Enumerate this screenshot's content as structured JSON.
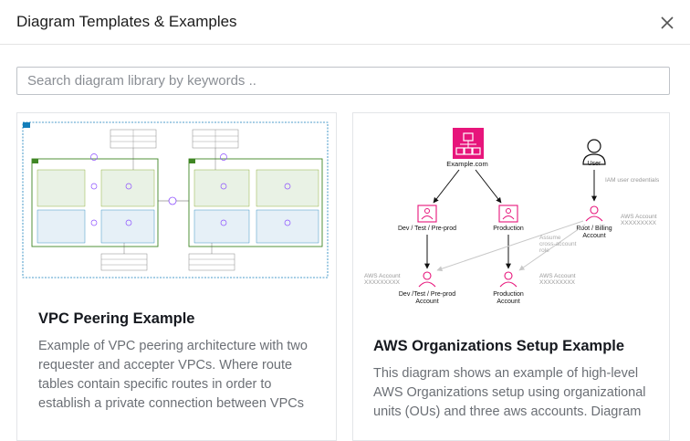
{
  "dialog": {
    "title": "Diagram Templates & Examples"
  },
  "search": {
    "placeholder": "Search diagram library by keywords .."
  },
  "cards": [
    {
      "title": "VPC Peering Example",
      "description": "Example of VPC peering architecture with two requester and accepter VPCs. Where route tables contain specific routes in order to establish a private connection between VPCs"
    },
    {
      "title": "AWS Organizations Setup Example",
      "description": "This diagram shows an example of high-level AWS Organizations setup using organizational units (OUs) and three aws accounts. Diagram",
      "diagram": {
        "root_label": "Example.com",
        "user_label": "User",
        "iam_label": "IAM user credentials",
        "ou1_label": "Dev / Test / Pre-prod",
        "ou2_label": "Production",
        "billing_label1": "Root / Billing",
        "billing_label2": "Account",
        "aws_account_label": "AWS Account",
        "account_number": "XXXXXXXXX",
        "assume_label1": "Assume",
        "assume_label2": "cross-account",
        "assume_label3": "role",
        "acct1_label1": "Dev /Test / Pre-prod",
        "acct1_label2": "Account",
        "acct2_label1": "Production",
        "acct2_label2": "Account"
      }
    }
  ],
  "colors": {
    "aws_pink": "#e7157b",
    "vpc_green": "#3f8624",
    "region_blue": "#147eba"
  }
}
